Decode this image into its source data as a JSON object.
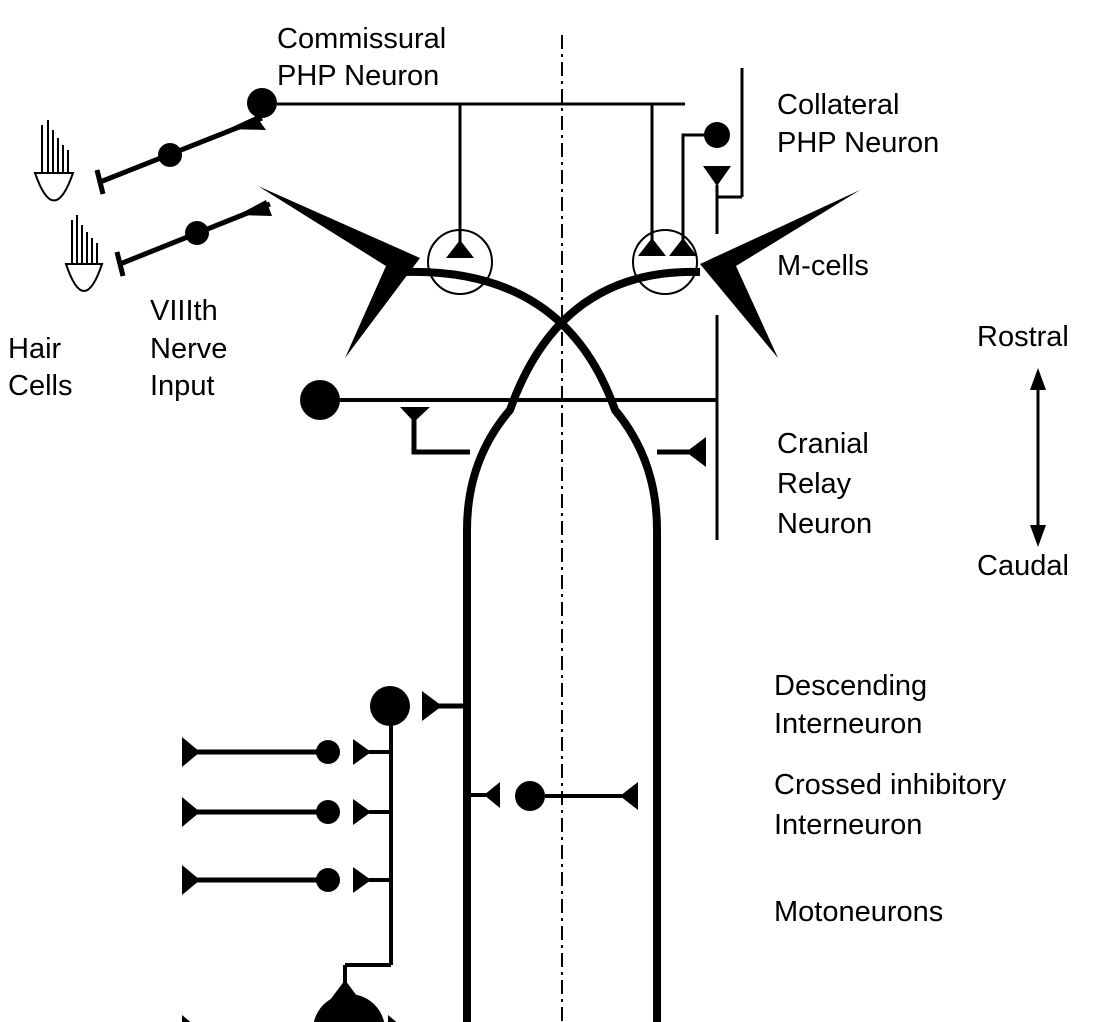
{
  "labels": {
    "commissural_1": "Commissural",
    "commissural_2": "PHP Neuron",
    "collateral_1": "Collateral",
    "collateral_2": "PHP Neuron",
    "mcells": "M-cells",
    "hair_1": "Hair",
    "hair_2": "Cells",
    "viii_1": "VIIIth",
    "viii_2": "Nerve",
    "viii_3": "Input",
    "rostral": "Rostral",
    "caudal": "Caudal",
    "cranial_1": "Cranial",
    "cranial_2": "Relay",
    "cranial_3": "Neuron",
    "descending_1": "Descending",
    "descending_2": "Interneuron",
    "crossed_1": "Crossed inhibitory",
    "crossed_2": "Interneuron",
    "motoneurons": "Motoneurons"
  },
  "colors": {
    "ink": "#000000",
    "background": "#ffffff"
  }
}
